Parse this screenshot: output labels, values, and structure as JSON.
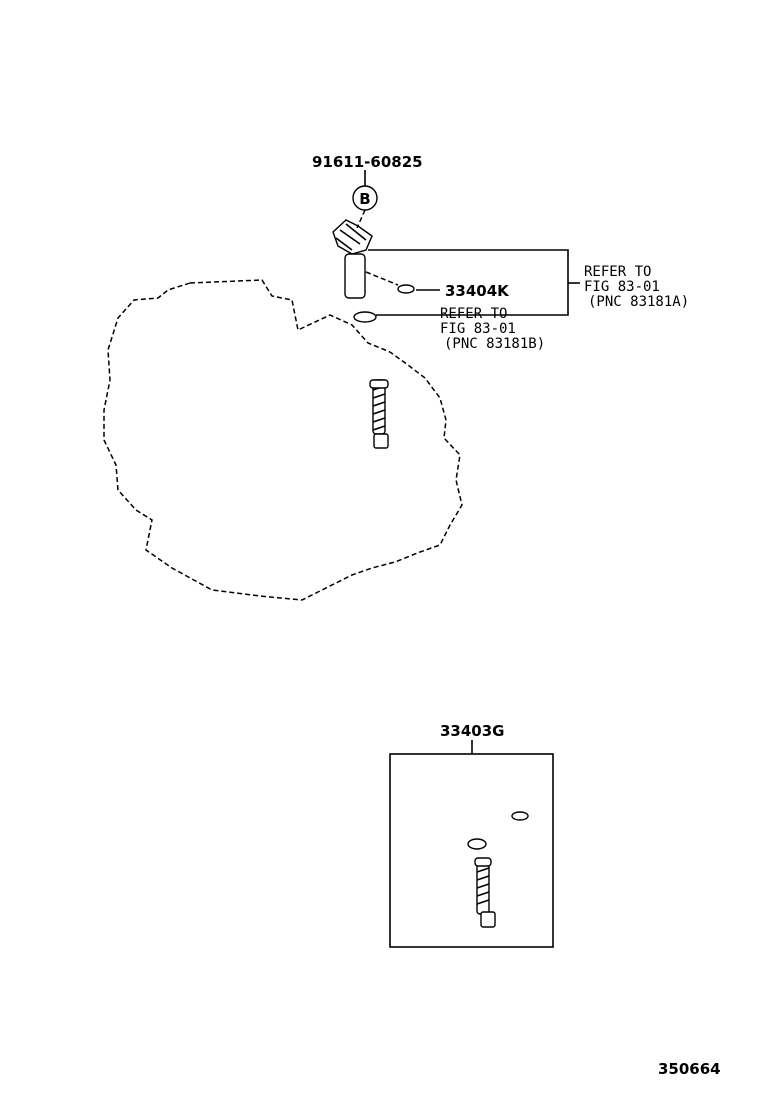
{
  "diagram": {
    "parts": {
      "bolt_part_no": "91611-60825",
      "bolt_callout": "B",
      "oring_part_no": "33404K",
      "kit_part_no": "33403G"
    },
    "references": {
      "ref_a": {
        "line1": "REFER TO",
        "line2": "FIG 83-01",
        "line3": "(PNC 83181A)"
      },
      "ref_b": {
        "line1": "REFER TO",
        "line2": "FIG 83-01",
        "line3": "(PNC 83181B)"
      }
    },
    "figure_id": "350664"
  }
}
